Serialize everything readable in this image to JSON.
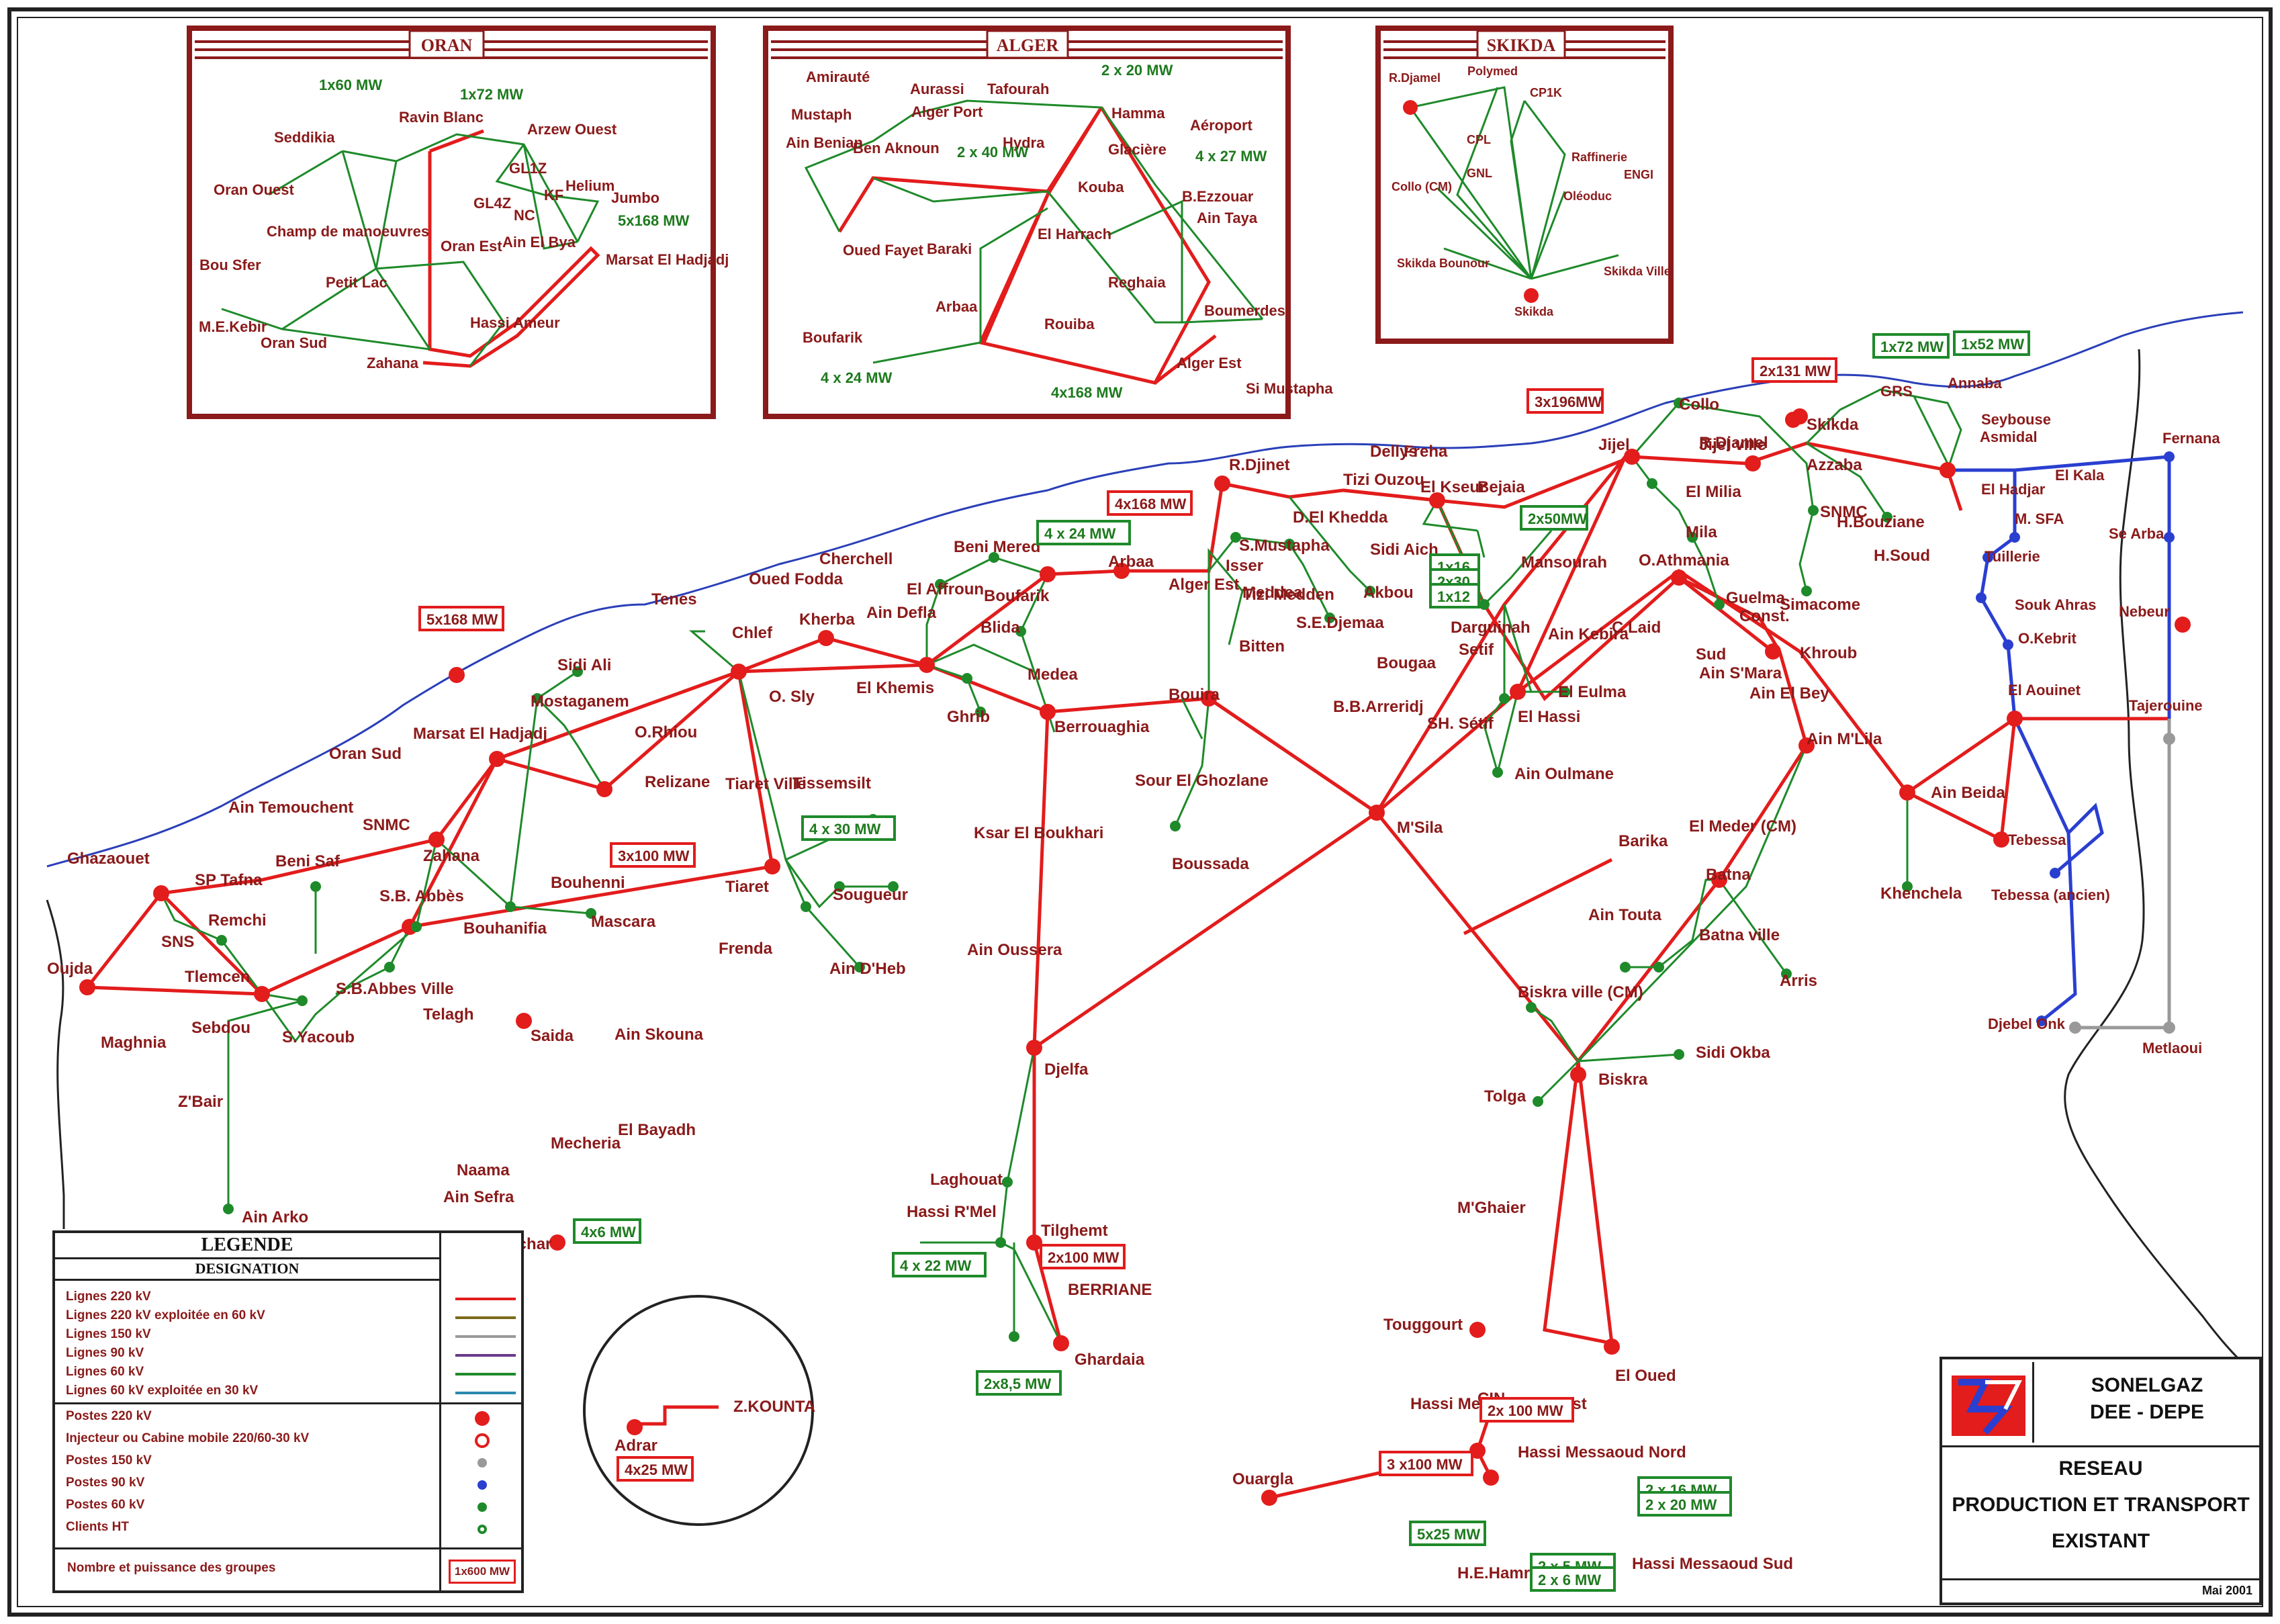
{
  "insets": {
    "oran": {
      "title": "ORAN",
      "labels": [
        "1x60 MW",
        "1x72 MW",
        "Ravin Blanc",
        "Seddikia",
        "Arzew Ouest",
        "Oran Ouest",
        "GL4Z",
        "GL1Z",
        "NC",
        "KF",
        "Helium",
        "Jumbo",
        "5x168 MW",
        "Champ de manoeuvres",
        "Oran Est",
        "Ain El Bya",
        "Marsat El Hadjadj",
        "Bou Sfer",
        "Petit Lac",
        "M.E.Kebir",
        "Oran Sud",
        "Hassi Ameur",
        "Zahana"
      ]
    },
    "alger": {
      "title": "ALGER",
      "labels": [
        "Amirauté",
        "Aurassi",
        "Tafourah",
        "2 x 20 MW",
        "Mustaph",
        "Alger Port",
        "Hamma",
        "Aéroport",
        "Ain Benian",
        "Ben Aknoun",
        "Hydra",
        "2 x 40 MW",
        "Glacière",
        "4 x 27 MW",
        "Kouba",
        "B.Ezzouar",
        "Ain Taya",
        "Oued Fayet",
        "El Harrach",
        "Baraki",
        "Reghaia",
        "Arbaa",
        "Boumerdes",
        "Boufarik",
        "Rouiba",
        "Alger Est",
        "Si Mustapha",
        "4 x 24 MW",
        "4x168 MW"
      ]
    },
    "skikda": {
      "title": "SKIKDA",
      "labels": [
        "R.Djamel",
        "Polymed",
        "CP1K",
        "CPL",
        "Raffinerie",
        "GNL",
        "ENGI",
        "Oléoduc",
        "Collo (CM)",
        "Skikda Bounour",
        "Skikda Ville",
        "Skikda"
      ]
    }
  },
  "capacity_boxes": [
    "5x168 MW",
    "3x100 MW",
    "4x6 MW",
    "4x25 MW",
    "4x168 MW",
    "4 x 24 MW",
    "4 x 30 MW",
    "3x196MW",
    "2x131 MW",
    "1x72 MW",
    "1x52 MW",
    "2x50MW",
    "1x16",
    "2x30",
    "1x12",
    "4 x 22 MW",
    "2x100 MW",
    "2x8,5 MW",
    "2x 100 MW",
    "3 x100 MW",
    "5x25 MW",
    "2 x 5 MW",
    "2 x 6 MW",
    "2 x 16 MW",
    "2 x 20 MW"
  ],
  "places": {
    "west": [
      "Ghazaouet",
      "Oujda",
      "Maghnia",
      "SP Tafna",
      "Remchi",
      "SNS",
      "Beni Saf",
      "Ain Temouchent",
      "Tlemcen",
      "Sebdou",
      "S.Yacoub",
      "S.B.Abbes Ville",
      "S.B. Abbès",
      "Telagh",
      "Z'Bair",
      "Ain Arko",
      "Oran Sud",
      "SNMC",
      "Zahana",
      "Marsat El Hadjadj",
      "Mostaganem",
      "Sidi Ali",
      "O.Rhiou",
      "Relizane",
      "Bouhenni",
      "Mascara",
      "Bouhanifia",
      "Saida",
      "Ain Skouna",
      "El Bayadh",
      "Mecheria",
      "Naama",
      "Ain Sefra",
      "Bechar"
    ],
    "center": [
      "Tenes",
      "Chlef",
      "O. Sly",
      "Oued Fodda",
      "Kherba",
      "Ain Defla",
      "Cherchell",
      "El Khemis",
      "El Affroun",
      "Beni Mered",
      "Arbaa",
      "Blida",
      "Boufarik",
      "Medea",
      "Ghrib",
      "Berrouaghia",
      "Tiaret Ville",
      "Tiaret",
      "Tissemsilt",
      "Sougueur",
      "Frenda",
      "Ain D'Heb",
      "Ksar El Boukhari",
      "Ain Oussera",
      "Djelfa",
      "Laghouat",
      "Hassi R'Mel",
      "Tilghemt",
      "BERRIANE",
      "Ghardaia",
      "Alger Est",
      "Bouira",
      "Sour El Ghozlane",
      "Boussada",
      "Meddea",
      "Isser",
      "Tizi Ouzou",
      "Dellys",
      "Freha",
      "D.El Khedda",
      "R.Djinet",
      "S.Mustapha",
      "Tizi Medden",
      "Bitten",
      "S.E.Djemaa"
    ],
    "east": [
      "El Kseur",
      "Bejaia",
      "Sidi Aich",
      "Akbou",
      "Mansourah",
      "Darguinah",
      "Setif",
      "Bougaa",
      "B.B.Arreridj",
      "SH. Sétif",
      "El Hassi",
      "Ain Oulmane",
      "Ain Kebira",
      "C.Laid",
      "El Eulma",
      "M'Sila",
      "Jijel",
      "Jijel ville",
      "El Milia",
      "Mila",
      "O.Athmania",
      "R.Djamel",
      "Collo",
      "Skikda",
      "Azzaba",
      "SNMC",
      "H.Bouziane",
      "H.Soud",
      "Guelma",
      "Const.",
      "Sud",
      "Ain S'Mara",
      "Ain El Bey",
      "Khroub",
      "Simacome",
      "Ain M'Lila",
      "Ain Beida",
      "Khenchela",
      "El Meder (CM)",
      "Batna",
      "Barika",
      "Ain Touta",
      "Batna ville",
      "Arris",
      "Biskra ville (CM)",
      "Biskra",
      "Sidi Okba",
      "Tolga",
      "M'Ghaier",
      "Touggourt",
      "El Oued",
      "Hassi Messaoud Ouest",
      "CIN",
      "Hassi Messaoud Nord",
      "Ouargla",
      "H.E.Hamra",
      "Hassi Messaoud Sud",
      "Adrar",
      "Z.KOUNTA"
    ],
    "far_east": [
      "GRS",
      "Annaba",
      "Seybouse",
      "Asmidal",
      "El Hadjar",
      "Fernana",
      "El Kala",
      "M. SFA",
      "Tuillerie",
      "Souk Ahras",
      "Se Arba",
      "Nebeur",
      "O.Kebrit",
      "El Aouinet",
      "Tajerouine",
      "Tebessa",
      "Tebessa (ancien)",
      "Djebel Onk",
      "Metlaoui"
    ]
  },
  "legend": {
    "title": "LEGENDE",
    "subtitle": "DESIGNATION",
    "lines": [
      {
        "label": "Lignes 220 kV",
        "color": "#e31c1c"
      },
      {
        "label": "Lignes 220 kV exploitée en 60 kV",
        "color": "#7a6a1a"
      },
      {
        "label": "Lignes 150 kV",
        "color": "#999999"
      },
      {
        "label": "Lignes 90 kV",
        "color": "#6a3a8a"
      },
      {
        "label": "Lignes 60 kV",
        "color": "#1e8a2a"
      },
      {
        "label": "Lignes 60 kV exploitée en 30 kV",
        "color": "#2a8ab0"
      }
    ],
    "stations": [
      {
        "label": "Postes 220 kV",
        "color": "#e31c1c"
      },
      {
        "label": "Injecteur ou Cabine mobile 220/60-30 kV",
        "color": "#e31c1c"
      },
      {
        "label": "Postes 150 kV",
        "color": "#999999"
      },
      {
        "label": "Postes 90 kV",
        "color": "#2a3fd0"
      },
      {
        "label": "Postes 60 kV",
        "color": "#1e8a2a"
      },
      {
        "label": "Clients HT",
        "color": "#1e8a2a"
      }
    ],
    "groups_label": "Nombre et puissance des groupes",
    "groups_example": "1x600 MW"
  },
  "titleblock": {
    "org1": "SONELGAZ",
    "org2": "DEE - DEPE",
    "t1": "RESEAU",
    "t2": "PRODUCTION ET TRANSPORT",
    "t3": "EXISTANT",
    "date": "Mai 2001"
  }
}
